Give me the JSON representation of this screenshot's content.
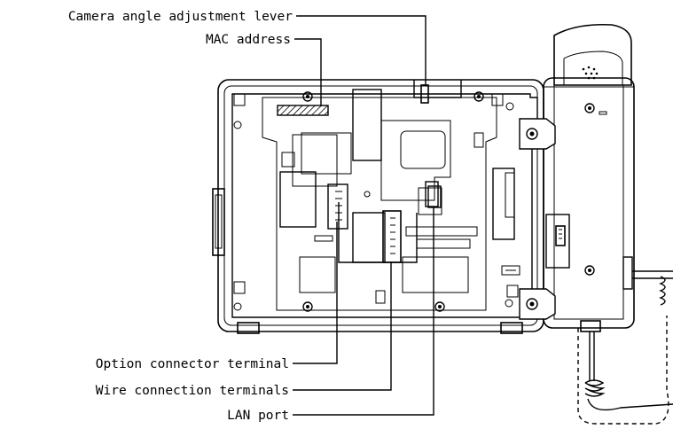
{
  "labels": {
    "camera_lever": "Camera angle adjustment lever",
    "mac_address": "MAC address",
    "option_connector": "Option connector terminal",
    "wire_terminals": "Wire connection terminals",
    "lan_port": "LAN port"
  },
  "colors": {
    "line": "#000000",
    "background": "#ffffff"
  }
}
